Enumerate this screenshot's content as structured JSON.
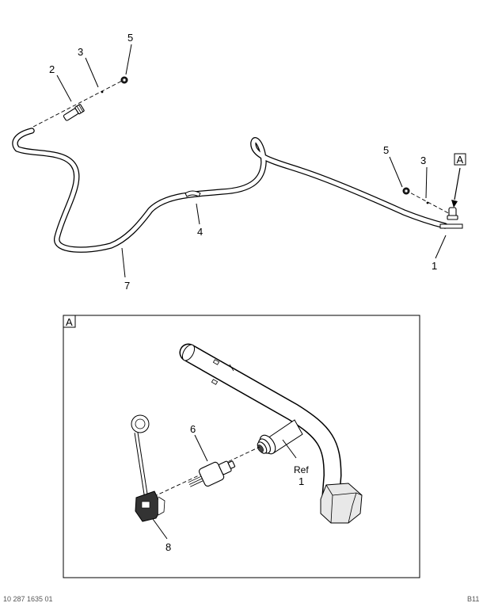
{
  "callouts": {
    "c1": "1",
    "c2": "2",
    "c3a": "3",
    "c3b": "3",
    "c4": "4",
    "c5a": "5",
    "c5b": "5",
    "c6": "6",
    "c7": "7",
    "c8": "8",
    "ref": "Ref",
    "ref_num": "1"
  },
  "view": {
    "marker_top": "A",
    "marker_detail": "A"
  },
  "footer": {
    "left": "10 287 1635 01",
    "right": "B11"
  }
}
